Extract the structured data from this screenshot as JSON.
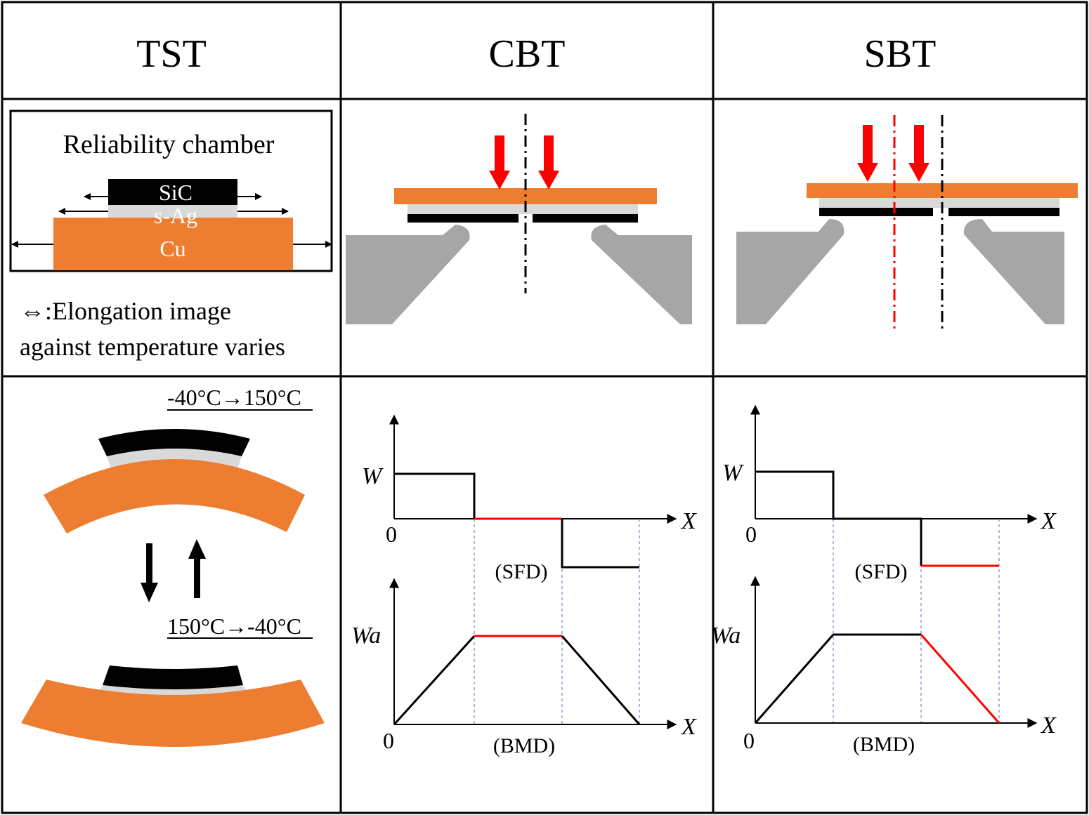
{
  "headers": [
    "TST",
    "CBT",
    "SBT"
  ],
  "tst": {
    "chamber_label": "Reliability chamber",
    "layers": {
      "sic": "SiC",
      "sag": "s-Ag",
      "cu": "Cu"
    },
    "legend_line1": "⇔:Elongation image",
    "legend_line2": "against temperature varies",
    "heating_label": "-40°C→150°C",
    "cooling_label": "150°C→-40°C"
  },
  "colors": {
    "copper": "#ED7D31",
    "chip": "#000000",
    "silver": "#D9D9D9",
    "support": "#A6A6A6",
    "load_arrow": "#FF0000",
    "highlight": "#FF0000",
    "guide": "#4472C4"
  },
  "cbt_plot": {
    "y_top": "W",
    "y_bottom": "Wa",
    "x_axis": "X",
    "origin": "0",
    "sfd_label": "(SFD)",
    "bmd_label": "(BMD)"
  },
  "sbt_plot": {
    "y_top": "W",
    "y_bottom": "Wa",
    "x_axis": "X",
    "origin": "0",
    "sfd_label": "(SFD)",
    "bmd_label": "(BMD)"
  }
}
